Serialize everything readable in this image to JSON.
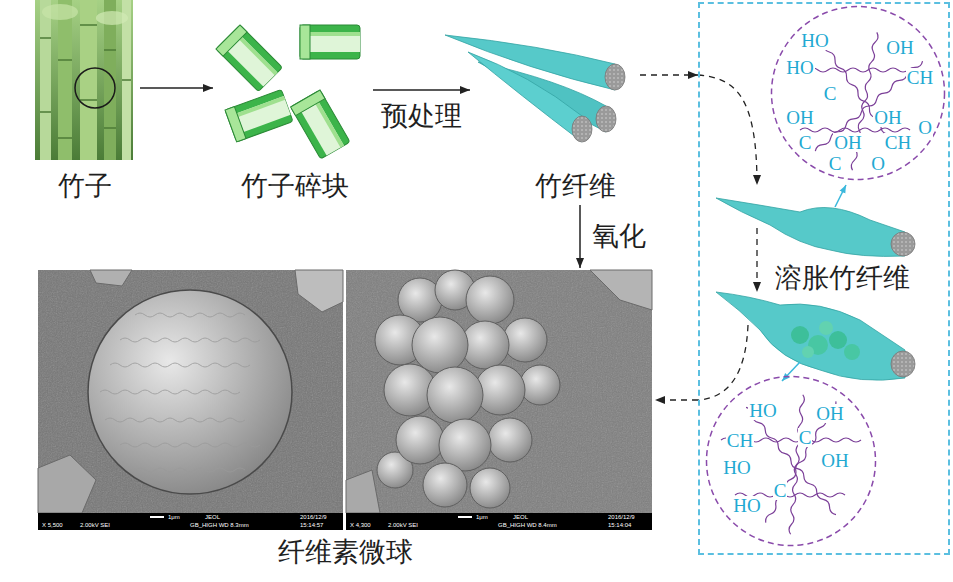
{
  "diagram": {
    "nodes": [
      {
        "text": [
          "竹子"
        ]
      },
      {
        "text": [
          "竹子碎块"
        ]
      },
      {
        "text": [
          "竹纤维"
        ]
      },
      {
        "text": [
          "溶胀竹纤维"
        ]
      },
      {
        "text": [
          "HO",
          "OH",
          "HO",
          "CH",
          "C",
          "OH",
          "OH",
          "O",
          "C",
          "OH",
          "CH",
          "C",
          "O"
        ],
        "in": 3
      },
      {
        "text": [
          "HO",
          "OH",
          "CH",
          "C",
          "HO",
          "OH",
          "C",
          "HO"
        ],
        "in": 3
      },
      {
        "text": [
          "纤维素微球"
        ]
      }
    ],
    "edges": [
      {
        "from": 0,
        "to": 1,
        "arrow": "to"
      },
      {
        "from": 1,
        "to": 2,
        "label": "预处理",
        "arrow": "to"
      },
      {
        "from": 2,
        "to": 6,
        "label": "氧化",
        "arrow": "to"
      },
      {
        "from": 2,
        "to": 3,
        "arrow": "to"
      },
      {
        "from": 3,
        "to": 6,
        "arrow": "to"
      }
    ],
    "labels": [
      "X 5,500",
      "2.00kV SEI",
      "1μm",
      "JEOL",
      "GB_HIGH WD 8.3mm",
      "2016/12/9",
      "15:14:57",
      "X 4,300",
      "2.00kV SEI",
      "1μm",
      "JEOL",
      "GB_HIGH WD 8.4mm",
      "2016/12/9",
      "15:14:04"
    ]
  }
}
